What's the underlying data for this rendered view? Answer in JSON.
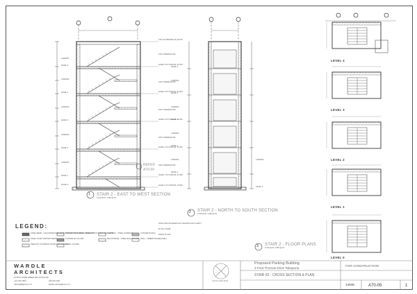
{
  "sections": {
    "east_west": {
      "number": "1",
      "title": "STAIR 2 - EAST TO WEST SECTION",
      "scale": "1:100 @ A1  1:200 @ A3",
      "refer": "REFER",
      "refer_sheet": "A70-06",
      "levels": [
        "LANDING",
        "LEVEL 5",
        "LANDING",
        "LEVEL 4",
        "LANDING",
        "LEVEL 3",
        "LANDING",
        "LEVEL 2",
        "LANDING",
        "LEVEL 1",
        "LEVEL 0"
      ],
      "rl_tags": [
        "TOP OF PARAPET RL 28.570",
        "2X14 THRESHOLDS",
        "LEVEL 5 AT STAIR RL 25.250",
        "2X14 THRESHOLDS",
        "LEVEL 4 AT STAIR RL 22.300",
        "2X14 THRESHOLDS",
        "LEVEL 3 AT STAIR RL 19.350",
        "2X14 THRESHOLDS",
        "LEVEL 2 AT STAIR RL 16.400",
        "2X14 THRESHOLDS",
        "LEVEL 1 AT STAIR RL 13.450",
        "LEVEL 0 AT STAIR RL 10.500"
      ]
    },
    "north_south": {
      "number": "2",
      "title": "STAIR 2 - NORTH TO SOUTH SECTION",
      "scale": "1:100 @ A1  1:200 @ A3",
      "levels": [
        "LEVEL 5",
        "LANDING",
        "LEVEL 4",
        "LANDING",
        "LEVEL 3",
        "LANDING",
        "LEVEL 2",
        "LANDING",
        "LEVEL 1",
        "LANDING",
        "LEVEL 0"
      ]
    },
    "plans": {
      "number": "3",
      "title": "STAIR 2 - FLOOR PLANS",
      "scale": "1:100 @ A1  1:200 @ A3",
      "levels": [
        "LEVEL 4",
        "LEVEL 3",
        "LEVEL 2",
        "LEVEL 1",
        "LEVEL 0"
      ]
    }
  },
  "legend": {
    "title": "LEGEND:",
    "items": [
      "STEEL BEAM - GALVANISED PRE-COAT PAINTED STEEL BEAM REFER STRUCTURAL ENG DOCS",
      "CONCRETE LANDING - PRECAST",
      "HANDRAIL - STEEL HANDRAIL",
      "STEEL STAIR SUPPORT BEAM",
      "CONCRETE COLUMN",
      "BALUSTRADE - STEEL BALUSTRADE",
      "PRECAST CONCRETE STAIR AND LANDING",
      "STEEL COLUMN",
      "CONCRETE WALL",
      "WALL - TIMBER FRAMED WALL"
    ],
    "notes": [
      "NOTE: BALUSTRADES NOT SHOWN FOR CLARITY",
      "BL FILL PANEL",
      "DRAIN PLANS"
    ]
  },
  "firm": {
    "name_line1": "WARDLE",
    "name_line2": "ARCHITECTS",
    "address": "PO BOX 301599  GREEN BAY  AUCKLAND",
    "phone": "+64 9 817 8811",
    "fax": "028 303 1548",
    "email_left": "ARmediaB@xtra.co.nz",
    "email_right": "Wardle.wkshpa@xtra.co.nz"
  },
  "title_block": {
    "project_title": "Proposed Parking Building",
    "project_address": "3 Fred Thomas Drive  Takapuna",
    "status": "FOR CONSTRUCTION",
    "drawing_title": "STAIR 02 - CROSS SECTION & PLAN",
    "job_number": "14045",
    "sheet_number": "A70-05",
    "revision": "1",
    "logo_caption": "AUCKLAND RAIL"
  },
  "colors": {
    "line": "#333333",
    "light": "#888888",
    "hatch": "#aaaaaa"
  }
}
